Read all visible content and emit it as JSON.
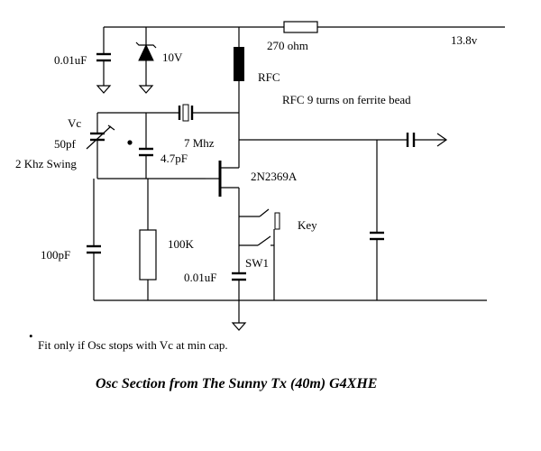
{
  "labels": {
    "supply_voltage": "13.8v",
    "resistor": "270 ohm",
    "decoupling_cap": "0.01uF",
    "zener": "10V",
    "choke": "RFC",
    "choke_note": "RFC  9 turns on ferrite bead",
    "vc_name": "Vc",
    "vc_value": "50pf",
    "vc_swing": "2 Khz Swing",
    "crystal_freq": "7 Mhz",
    "cap_4p7": "4.7pF",
    "transistor": "2N2369A",
    "key": "Key",
    "cap_100p": "100pF",
    "resistor_100k": "100K",
    "switch": "SW1",
    "emitter_cap": "0.01uF"
  },
  "footnote": {
    "bullet": "•",
    "text": "Fit only if Osc stops with Vc at min cap."
  },
  "caption": "Osc Section from The Sunny Tx (40m) G4XHE"
}
